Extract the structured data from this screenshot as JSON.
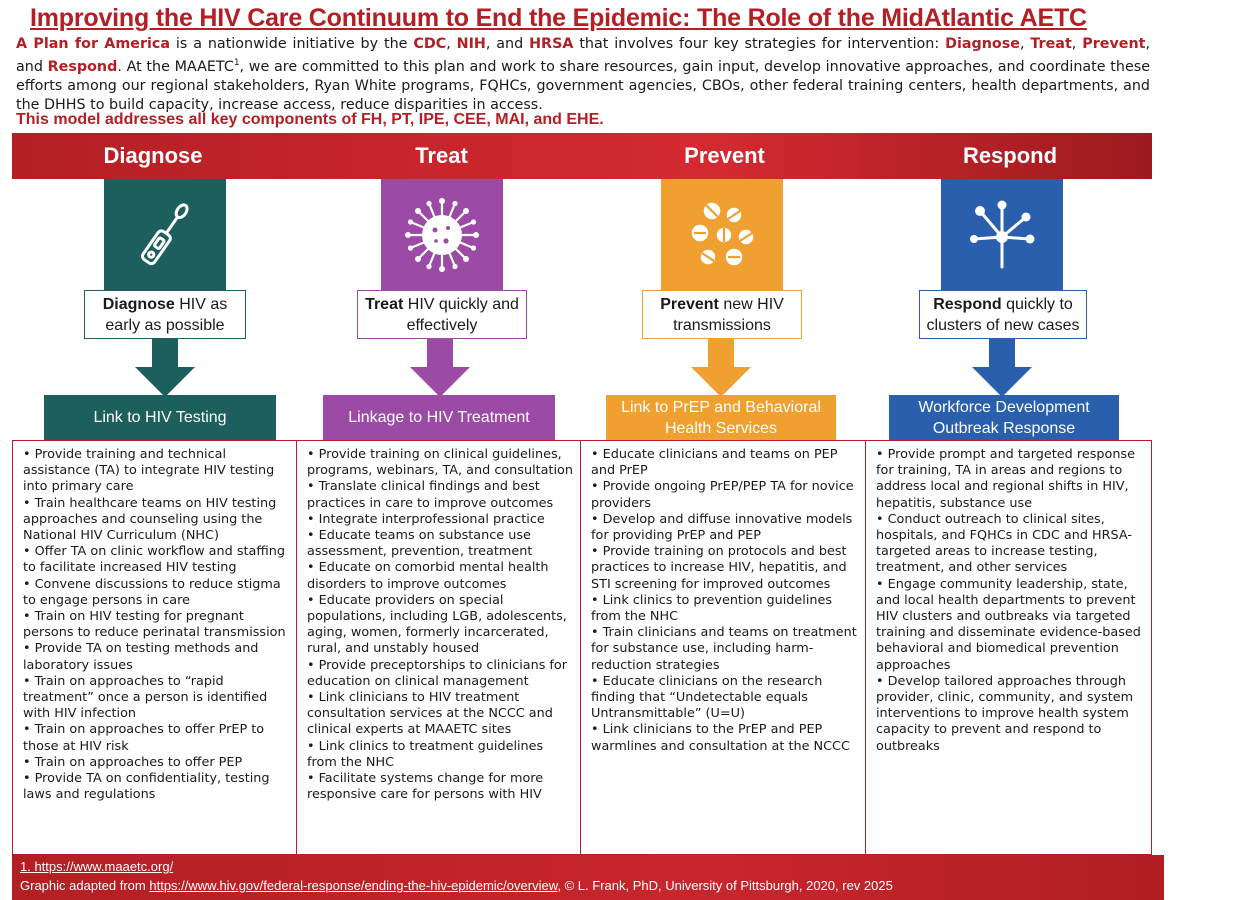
{
  "title": "Improving the HIV Care Continuum to End the Epidemic: The Role of the MidAtlantic AETC",
  "intro": {
    "plan_name": "A Plan for America",
    "p1": " is a nationwide initiative by the ",
    "cdc": "CDC",
    "comma1": ", ",
    "nih": "NIH",
    "and1": ", and ",
    "hrsa": "HRSA",
    "p2": " that involves four key strategies for intervention: ",
    "s1": "Diagnose",
    "c2": ", ",
    "s2": "Treat",
    "c3": ", ",
    "s3": "Prevent",
    "c4": ", and ",
    "s4": "Respond",
    "p3": ". At the MAAETC",
    "sup": "1",
    "p4": ", we are committed to this plan and work to share resources, gain input, develop innovative approaches, and coordinate these efforts among our regional stakeholders, Ryan White programs, FQHCs, government agencies, CBOs, other federal training centers, health departments, and the DHHS to build capacity, increase access, reduce disparities in access."
  },
  "model_line": "This model addresses all key components of FH, PT, IPE, CEE, MAI, and EHE.",
  "colors": {
    "accent": "#b31f24",
    "diagnose": "#1c5f5c",
    "treat": "#9b4ba6",
    "prevent": "#f0a030",
    "respond": "#2a5fae"
  },
  "columns": [
    {
      "id": "diagnose",
      "banner": "Diagnose",
      "icon": "test-swab-icon",
      "goal_bold": "Diagnose",
      "goal_rest": " HIV as early as possible",
      "link_label": "Link to HIV Testing",
      "items": [
        "Provide training and technical assistance (TA) to integrate HIV testing into primary care",
        "Train healthcare teams on HIV testing approaches and counseling using the National HIV Curriculum (NHC)",
        "Offer TA on clinic workflow and staffing to facilitate increased HIV testing",
        "Convene discussions to reduce stigma to engage persons in care",
        "Train on HIV testing for pregnant persons to reduce perinatal transmission",
        "Provide TA on testing methods and laboratory issues",
        "Train on approaches to “rapid treatment” once a person is identified with HIV infection",
        "Train on approaches to offer PrEP to those at HIV risk",
        "Train on approaches to offer PEP",
        "Provide TA on confidentiality, testing laws and regulations"
      ]
    },
    {
      "id": "treat",
      "banner": "Treat",
      "icon": "virus-icon",
      "goal_bold": "Treat",
      "goal_rest": " HIV quickly and effectively",
      "link_label": "Linkage to HIV Treatment",
      "items": [
        "Provide training on clinical guidelines, programs, webinars, TA, and consultation",
        "Translate clinical findings and best practices in care to improve outcomes",
        "Integrate interprofessional practice",
        "Educate teams on substance use assessment, prevention, treatment",
        "Educate on comorbid mental health disorders to improve outcomes",
        "Educate providers on special populations, including LGB, adolescents, aging, women, formerly incarcerated, rural, and unstably housed",
        "Provide preceptorships to clinicians for education on clinical management",
        "Link clinicians to HIV treatment consultation services at the NCCC and clinical experts at MAAETC sites",
        "Link clinics to treatment guidelines from the NHC",
        "Facilitate systems change for more responsive care for persons with HIV"
      ]
    },
    {
      "id": "prevent",
      "banner": "Prevent",
      "icon": "pills-icon",
      "goal_bold": "Prevent",
      "goal_rest": " new HIV transmissions",
      "link_label": "Link to PrEP and Behavioral Health Services",
      "items": [
        "Educate clinicians and teams on PEP and PrEP",
        "Provide ongoing PrEP/PEP TA for novice providers",
        "Develop and diffuse innovative models for providing PrEP and PEP",
        "Provide training on protocols and best practices  to increase HIV, hepatitis, and STI screening for improved outcomes",
        "Link clinics to prevention guidelines from the NHC",
        "Train clinicians and teams on treatment for substance use, including harm-reduction strategies",
        "Educate clinicians on the research finding that  “Undetectable equals Untransmittable” (U=U)",
        "Link clinicians to the PrEP and PEP warmlines  and consultation at the NCCC"
      ]
    },
    {
      "id": "respond",
      "banner": "Respond",
      "icon": "network-icon",
      "goal_bold": "Respond",
      "goal_rest": " quickly to clusters of new cases",
      "link_label": "Workforce Development Outbreak Response",
      "items": [
        "Provide prompt and targeted response for training, TA in areas and regions to address  local and regional shifts in HIV, hepatitis, substance use",
        "Conduct outreach to clinical sites, hospitals, and FQHCs in CDC and HRSA-targeted areas to increase testing, treatment, and other services",
        "Engage community leadership, state,  and local health departments to prevent HIV clusters and outbreaks via targeted training and disseminate evidence-based behavioral and biomedical  prevention approaches",
        "Develop tailored approaches through provider,  clinic, community, and system interventions to  improve health system capacity to prevent and respond to outbreaks"
      ]
    }
  ],
  "footer": {
    "footnote": "1. https://www.maaetc.org/",
    "adapted_prefix": "Graphic adapted from ",
    "adapted_url": "https://www.hiv.gov/federal-response/ending-the-hiv-epidemic/overview",
    "adapted_suffix": ", © L. Frank, PhD, University of Pittsburgh, 2020, rev 2025"
  }
}
